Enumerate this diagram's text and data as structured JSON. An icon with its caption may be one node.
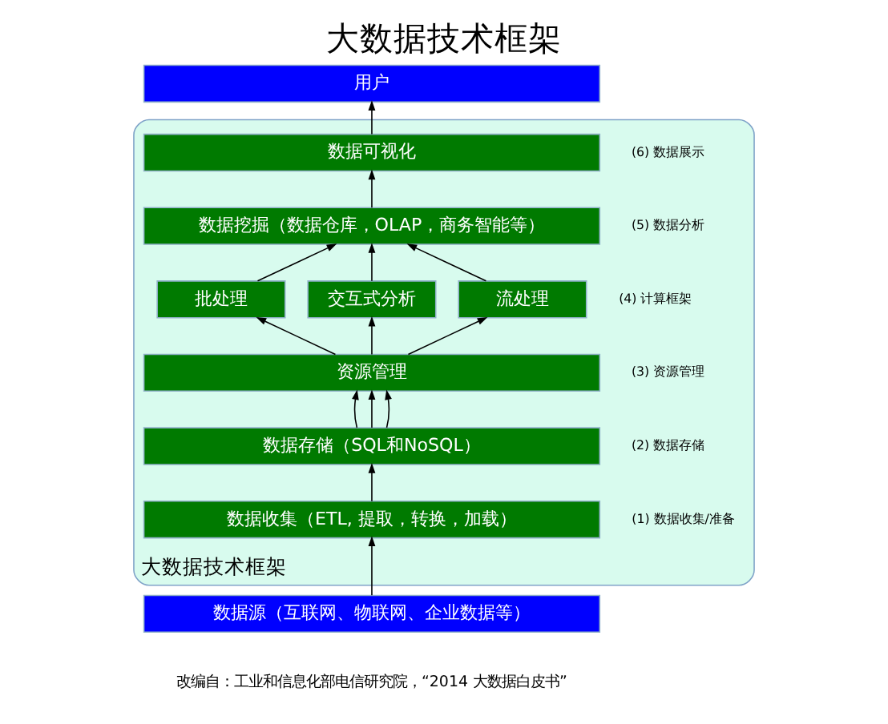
{
  "diagram": {
    "title": "大数据技术框架",
    "caption": "改编自：工业和信息化部电信研究院，“2014 大数据白皮书”",
    "nodes": [
      {
        "text": [
          "用户"
        ]
      },
      {
        "text": [
          "大数据技术框架"
        ]
      },
      {
        "text": [
          "数据可视化"
        ],
        "in": 1,
        "beside": [
          "(6) 数据展示"
        ]
      },
      {
        "text": [
          "数据挖掘（数据仓库，OLAP，商务智能等）"
        ],
        "in": 1,
        "beside": [
          "(5) 数据分析"
        ]
      },
      {
        "text": [
          "批处理"
        ],
        "in": 1
      },
      {
        "text": [
          "交互式分析"
        ],
        "in": 1
      },
      {
        "text": [
          "流处理"
        ],
        "in": 1,
        "beside": [
          "(4) 计算框架"
        ]
      },
      {
        "text": [
          "资源管理"
        ],
        "in": 1,
        "beside": [
          "(3) 资源管理"
        ]
      },
      {
        "text": [
          "数据存储（SQL和NoSQL）"
        ],
        "in": 1,
        "beside": [
          "(2) 数据存储"
        ]
      },
      {
        "text": [
          "数据收集（ETL, 提取，转换，加载）"
        ],
        "in": 1,
        "beside": [
          "(1) 数据收集/准备"
        ]
      },
      {
        "text": [
          "数据源（互联网、物联网、企业数据等）"
        ]
      }
    ],
    "edges": [
      {
        "from": 10,
        "to": 9,
        "arrow": "to"
      },
      {
        "from": 9,
        "to": 8,
        "arrow": "to"
      },
      {
        "from": 8,
        "to": 7,
        "arrow": "to"
      },
      {
        "from": 8,
        "to": 7,
        "arrow": "to"
      },
      {
        "from": 8,
        "to": 7,
        "arrow": "to"
      },
      {
        "from": 7,
        "to": 4,
        "arrow": "to"
      },
      {
        "from": 7,
        "to": 5,
        "arrow": "to"
      },
      {
        "from": 7,
        "to": 6,
        "arrow": "to"
      },
      {
        "from": 4,
        "to": 3,
        "arrow": "to"
      },
      {
        "from": 5,
        "to": 3,
        "arrow": "to"
      },
      {
        "from": 6,
        "to": 3,
        "arrow": "to"
      },
      {
        "from": 3,
        "to": 2,
        "arrow": "to"
      },
      {
        "from": 2,
        "to": 0,
        "arrow": "to"
      }
    ]
  }
}
